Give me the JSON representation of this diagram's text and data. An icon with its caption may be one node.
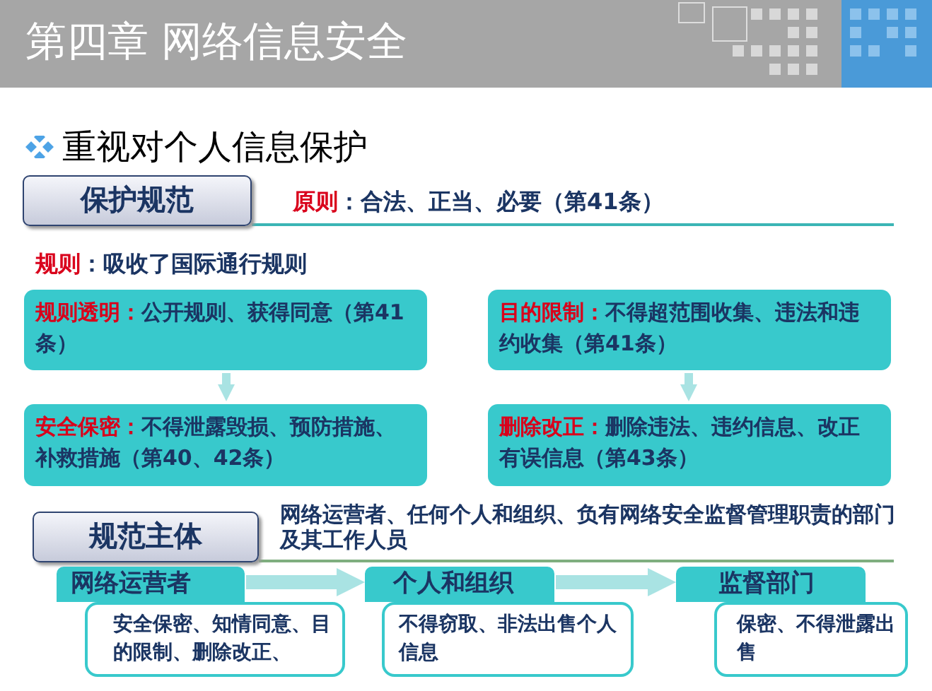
{
  "diagram": {
    "title": "第四章 网络信息安全",
    "nodes": [
      {
        "text": [
          "保护规范"
        ]
      },
      {
        "text": [
          "**规则透明：**公开规则、获得同意（第41条）"
        ]
      },
      {
        "text": [
          "**目的限制：**不得超范围收集、违法和违约收集（第41条）"
        ]
      },
      {
        "text": [
          "**安全保密：**不得泄露毁损、预防措施、补救措施（第40、42条）"
        ]
      },
      {
        "text": [
          "**删除改正：**删除违法、违约信息、改正有误信息（第43条）"
        ]
      },
      {
        "text": [
          "规范主体"
        ]
      },
      {
        "text": [
          "网络运营者"
        ]
      },
      {
        "text": [
          "安全保密、知情同意、目的限制、删除改正、"
        ]
      },
      {
        "text": [
          "个人和组织"
        ]
      },
      {
        "text": [
          "不得窃取、非法出售个人信息"
        ]
      },
      {
        "text": [
          "监督部门"
        ]
      },
      {
        "text": [
          "保密、不得泄露出售"
        ]
      }
    ],
    "edges": [
      {
        "from": 1,
        "to": 3,
        "arrow": "to"
      },
      {
        "from": 2,
        "to": 4,
        "arrow": "to"
      },
      {
        "from": 6,
        "to": 8,
        "arrow": "to"
      },
      {
        "from": 8,
        "to": 10,
        "arrow": "to"
      }
    ],
    "labels": [
      "重视对个人信息保护",
      "**原则**：合法、正当、必要（第41条）",
      "**规则**：吸收了国际通行规则",
      "网络运营者、任何个人和组织、负有网络安全监督管理职责的部门及其工作人员"
    ]
  }
}
